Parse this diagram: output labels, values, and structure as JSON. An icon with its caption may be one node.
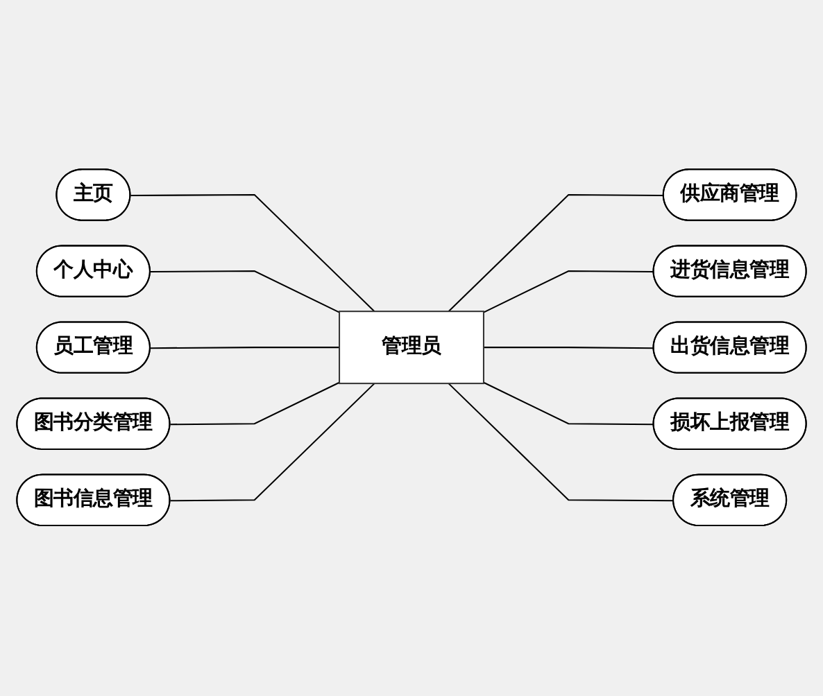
{
  "diagram": {
    "nodes": [
      {
        "text": [
          "主页"
        ]
      },
      {
        "text": [
          "个人中心"
        ]
      },
      {
        "text": [
          "员工管理"
        ]
      },
      {
        "text": [
          "图书分类管理"
        ]
      },
      {
        "text": [
          "图书信息管理"
        ]
      },
      {
        "text": [
          "管理员"
        ]
      },
      {
        "text": [
          "供应商管理"
        ]
      },
      {
        "text": [
          "进货信息管理"
        ]
      },
      {
        "text": [
          "出货信息管理"
        ]
      },
      {
        "text": [
          "损坏上报管理"
        ]
      },
      {
        "text": [
          "系统管理"
        ]
      }
    ],
    "edges": [
      {
        "from": 0,
        "to": 5,
        "arrow": "none"
      },
      {
        "from": 1,
        "to": 5,
        "arrow": "none"
      },
      {
        "from": 2,
        "to": 5,
        "arrow": "none"
      },
      {
        "from": 3,
        "to": 5,
        "arrow": "none"
      },
      {
        "from": 4,
        "to": 5,
        "arrow": "none"
      },
      {
        "from": 5,
        "to": 6,
        "arrow": "none"
      },
      {
        "from": 5,
        "to": 7,
        "arrow": "none"
      },
      {
        "from": 5,
        "to": 8,
        "arrow": "none"
      },
      {
        "from": 5,
        "to": 9,
        "arrow": "none"
      },
      {
        "from": 5,
        "to": 10,
        "arrow": "none"
      }
    ]
  }
}
